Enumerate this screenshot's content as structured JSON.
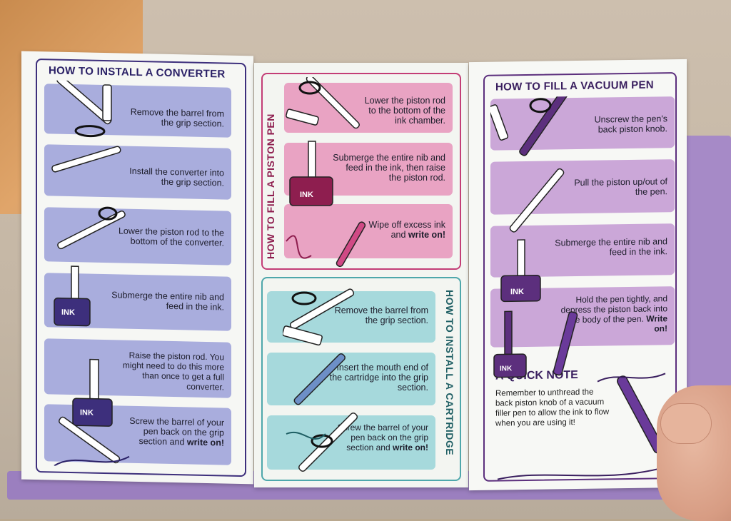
{
  "panels": {
    "converter": {
      "title": "HOW TO INSTALL A CONVERTER",
      "steps": [
        "Remove the barrel from the grip section.",
        "Install the converter into the grip section.",
        "Lower the piston rod to the bottom of the converter.",
        "Submerge the entire nib and feed in the ink.",
        "Raise the piston rod. You might need to do this more than once to get a full converter.",
        "Screw the barrel of your pen back on the grip section and",
        "write on!"
      ]
    },
    "piston": {
      "title": "HOW TO FILL A PISTON PEN",
      "steps": [
        "Lower the piston rod to the bottom of the ink chamber.",
        "Submerge the entire nib and feed in the ink, then raise the piston rod.",
        "Wipe off excess ink and",
        "write on!"
      ]
    },
    "cartridge": {
      "title": "HOW TO INSTALL A CARTRIDGE",
      "steps": [
        "Remove the barrel from the grip section.",
        "Insert the mouth end of the cartridge into the grip section.",
        "Screw the barrel of your pen back on the grip section and",
        "write on!"
      ]
    },
    "vacuum": {
      "title": "HOW TO FILL A VACUUM PEN",
      "steps": [
        "Unscrew the pen's back piston knob.",
        "Pull the piston up/out of the pen.",
        "Submerge the entire nib and feed in the ink.",
        "Hold the pen tightly, and depress the piston back into the body of the pen.",
        "Write on!"
      ],
      "note_title": "A QUICK NOTE",
      "note_text": "Remember to unthread the back piston knob of a vacuum filler pen to allow the ink to flow when you are using it!"
    }
  },
  "ink_label": "INK",
  "colors": {
    "navy": "#3d2f7c",
    "pink": "#c33d76",
    "teal": "#4ea7ab",
    "purple": "#5c2f7d",
    "blue_box": "#a9addd",
    "pink_box": "#e9a3c3",
    "teal_box": "#a6d9dc",
    "lavender_box": "#cba7d8"
  }
}
